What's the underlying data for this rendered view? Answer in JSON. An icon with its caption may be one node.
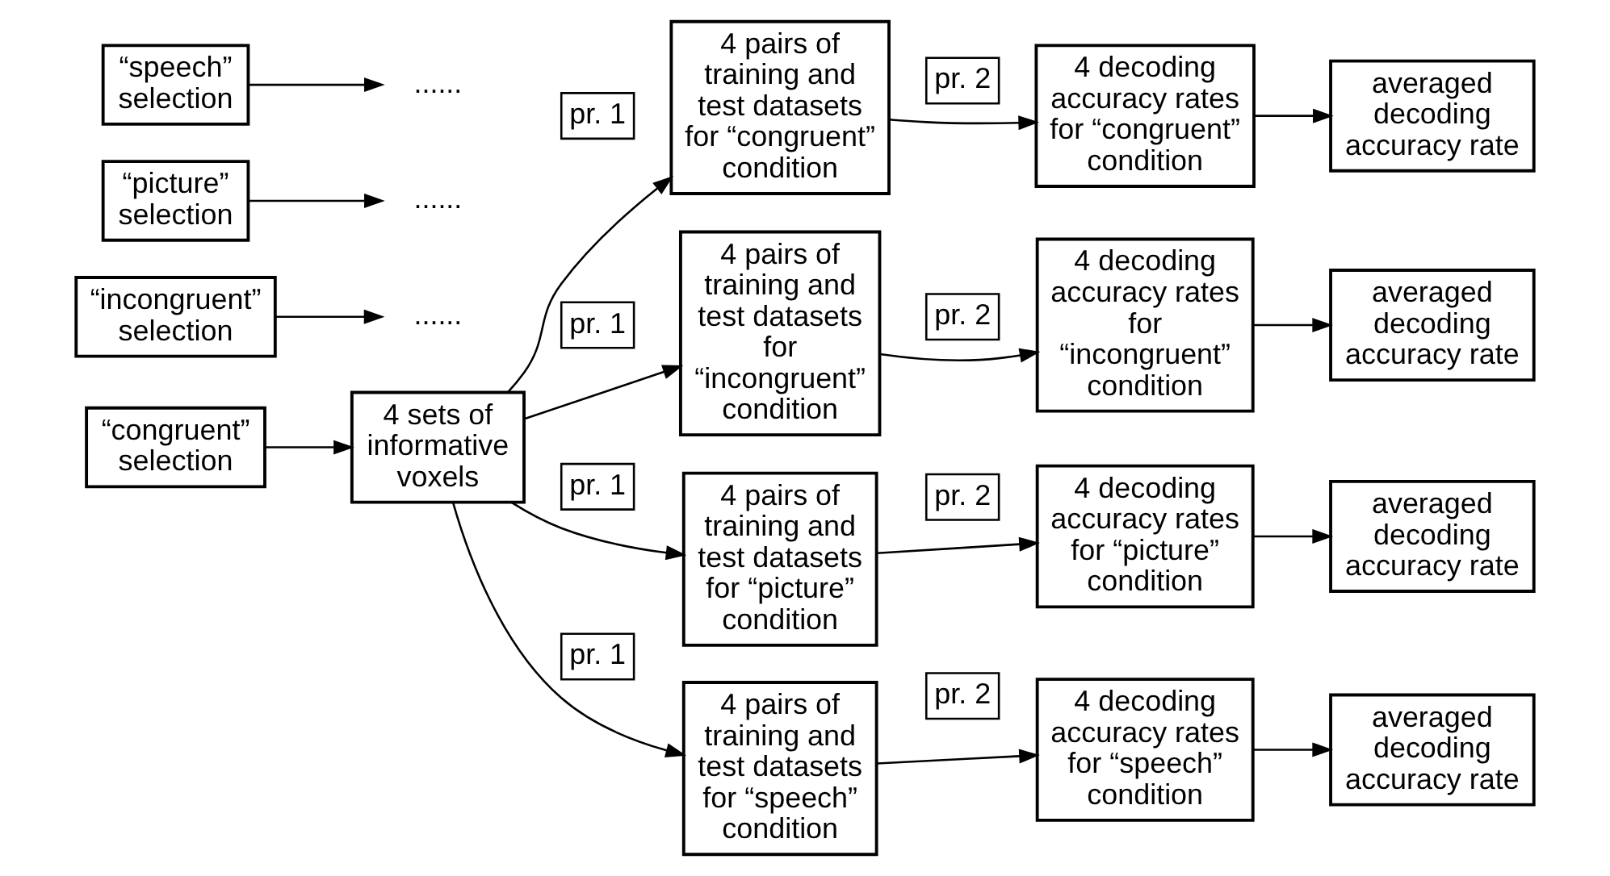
{
  "diagram": {
    "nodes": [
      {
        "text": [
          "“congruent” selection"
        ]
      },
      {
        "text": [
          "“incongruent” selection"
        ]
      },
      {
        "text": [
          "“picture” selection"
        ]
      },
      {
        "text": [
          "“speech” selection"
        ]
      },
      {
        "text": [
          "4 sets of informative voxels"
        ]
      },
      {
        "text": [
          "......"
        ]
      },
      {
        "text": [
          "......"
        ]
      },
      {
        "text": [
          "......"
        ]
      },
      {
        "text": [
          "pr. 1"
        ]
      },
      {
        "text": [
          "4 pairs of training and test datasets for “congruent” condition"
        ]
      },
      {
        "text": [
          "pr. 2"
        ]
      },
      {
        "text": [
          "4 decoding accuracy rates for “congruent” condition"
        ]
      },
      {
        "text": [
          "averaged decoding accuracy rate"
        ]
      },
      {
        "text": [
          "pr. 1"
        ]
      },
      {
        "text": [
          "4 pairs of training and test datasets for “incongruent” condition"
        ]
      },
      {
        "text": [
          "pr. 2"
        ]
      },
      {
        "text": [
          "4 decoding accuracy rates for “incongruent” condition"
        ]
      },
      {
        "text": [
          "averaged decoding accuracy rate"
        ]
      },
      {
        "text": [
          "pr. 1"
        ]
      },
      {
        "text": [
          "4 pairs of training and test datasets for “picture” condition"
        ]
      },
      {
        "text": [
          "pr. 2"
        ]
      },
      {
        "text": [
          "4 decoding accuracy rates for “picture” condition"
        ]
      },
      {
        "text": [
          "averaged decoding accuracy rate"
        ]
      },
      {
        "text": [
          "pr. 1"
        ]
      },
      {
        "text": [
          "4 pairs of training and test datasets for “speech” condition"
        ]
      },
      {
        "text": [
          "pr. 2"
        ]
      },
      {
        "text": [
          "4 decoding accuracy rates for “speech” condition"
        ]
      },
      {
        "text": [
          "averaged decoding accuracy rate"
        ]
      }
    ],
    "edges": [
      {
        "from": 0,
        "to": 4,
        "arrow": "to"
      },
      {
        "from": 1,
        "to": 5,
        "arrow": "to"
      },
      {
        "from": 2,
        "to": 6,
        "arrow": "to"
      },
      {
        "from": 3,
        "to": 7,
        "arrow": "to"
      },
      {
        "from": 4,
        "to": 9,
        "arrow": "to"
      },
      {
        "from": 4,
        "to": 14,
        "arrow": "to"
      },
      {
        "from": 4,
        "to": 19,
        "arrow": "to"
      },
      {
        "from": 4,
        "to": 24,
        "arrow": "to"
      },
      {
        "from": 9,
        "to": 11,
        "arrow": "to"
      },
      {
        "from": 11,
        "to": 12,
        "arrow": "to"
      },
      {
        "from": 14,
        "to": 16,
        "arrow": "to"
      },
      {
        "from": 16,
        "to": 17,
        "arrow": "to"
      },
      {
        "from": 19,
        "to": 21,
        "arrow": "to"
      },
      {
        "from": 21,
        "to": 22,
        "arrow": "to"
      },
      {
        "from": 24,
        "to": 26,
        "arrow": "to"
      },
      {
        "from": 26,
        "to": 27,
        "arrow": "to"
      }
    ]
  }
}
